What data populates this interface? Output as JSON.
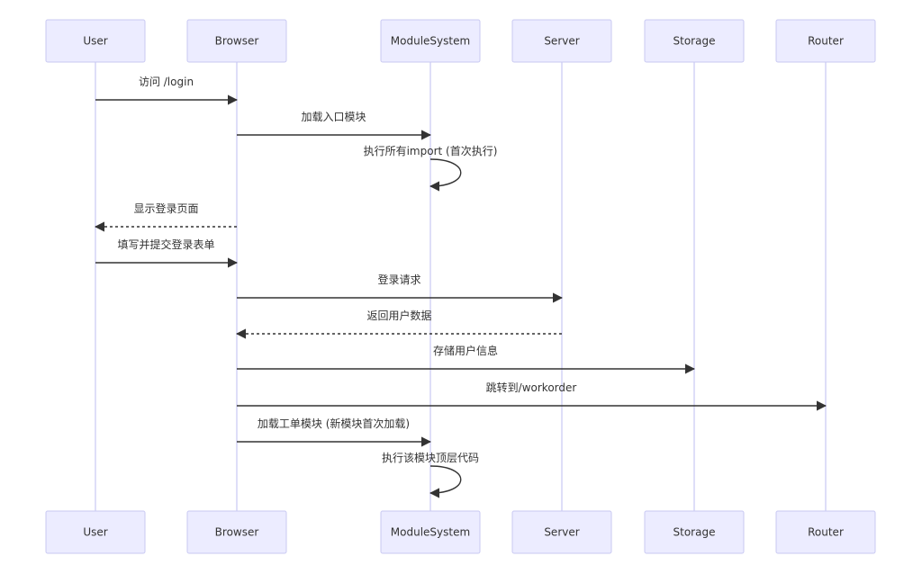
{
  "actors": [
    {
      "id": "user",
      "label": "User"
    },
    {
      "id": "browser",
      "label": "Browser"
    },
    {
      "id": "modulesystem",
      "label": "ModuleSystem"
    },
    {
      "id": "server",
      "label": "Server"
    },
    {
      "id": "storage",
      "label": "Storage"
    },
    {
      "id": "router",
      "label": "Router"
    }
  ],
  "messages": [
    {
      "from": "user",
      "to": "browser",
      "label": "访问 /login",
      "style": "solid"
    },
    {
      "from": "browser",
      "to": "modulesystem",
      "label": "加载入口模块",
      "style": "solid"
    },
    {
      "from": "modulesystem",
      "to": "modulesystem",
      "label": "执行所有import (首次执行)",
      "style": "solid"
    },
    {
      "from": "browser",
      "to": "user",
      "label": "显示登录页面",
      "style": "dotted"
    },
    {
      "from": "user",
      "to": "browser",
      "label": "填写并提交登录表单",
      "style": "solid"
    },
    {
      "from": "browser",
      "to": "server",
      "label": "登录请求",
      "style": "solid"
    },
    {
      "from": "server",
      "to": "browser",
      "label": "返回用户数据",
      "style": "dotted"
    },
    {
      "from": "browser",
      "to": "storage",
      "label": "存储用户信息",
      "style": "solid"
    },
    {
      "from": "browser",
      "to": "router",
      "label": "跳转到/workorder",
      "style": "solid"
    },
    {
      "from": "browser",
      "to": "modulesystem",
      "label": "加载工单模块 (新模块首次加载)",
      "style": "solid"
    },
    {
      "from": "modulesystem",
      "to": "modulesystem",
      "label": "执行该模块顶层代码",
      "style": "solid"
    }
  ]
}
